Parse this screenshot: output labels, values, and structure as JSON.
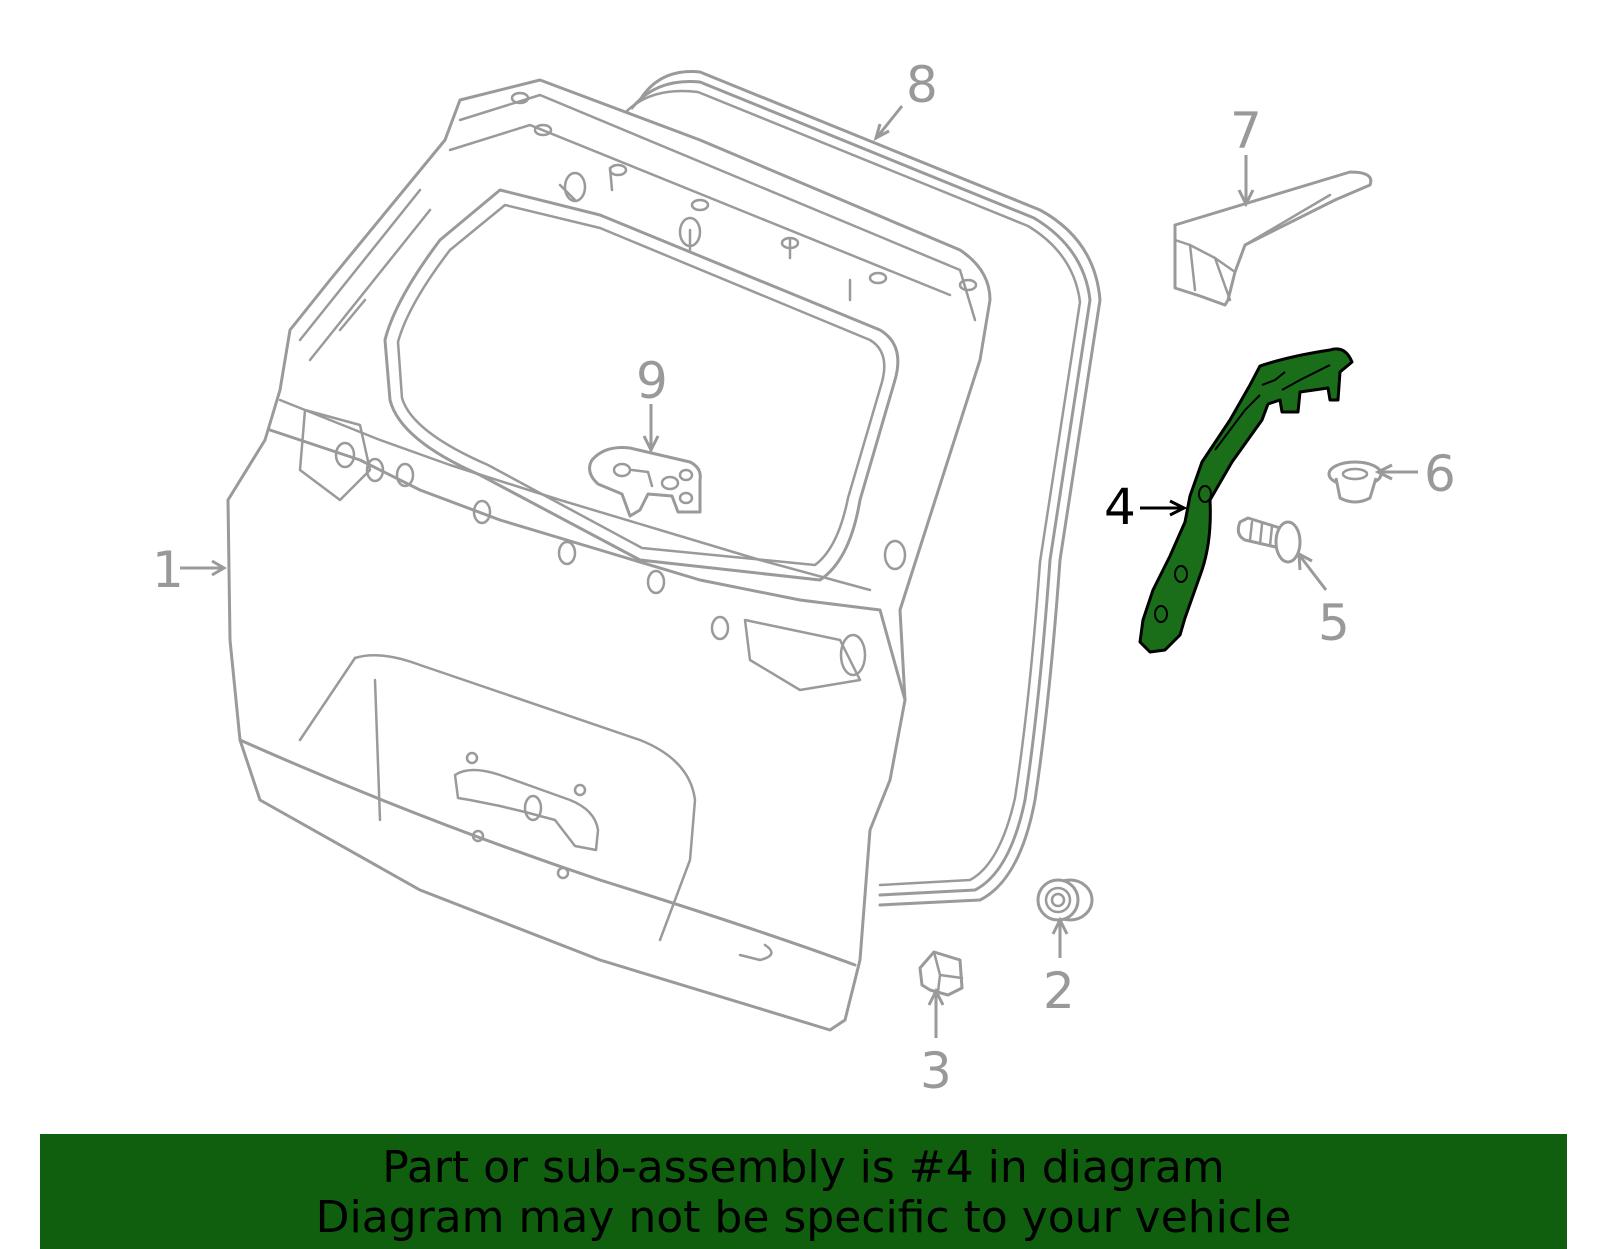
{
  "callouts": {
    "c1": "1",
    "c2": "2",
    "c3": "3",
    "c4": "4",
    "c5": "5",
    "c6": "6",
    "c7": "7",
    "c8": "8",
    "c9": "9"
  },
  "highlight_part": "4",
  "colors": {
    "highlight": "#1a6e1a",
    "line": "#9a9a9a",
    "banner": "#0f5f0f"
  },
  "banner": {
    "line1": "Part or sub-assembly is #4 in diagram",
    "line2": "Diagram may not be specific to your vehicle"
  }
}
